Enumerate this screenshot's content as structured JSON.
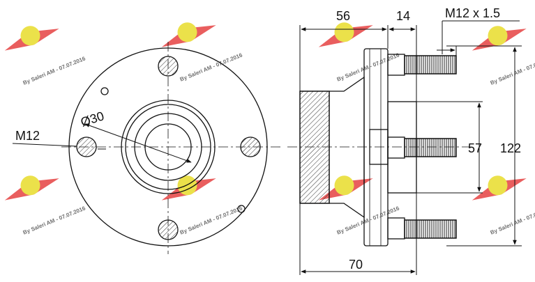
{
  "drawing": {
    "front_view": {
      "stud_thread_label": "M12",
      "bore_label": "Ø30"
    },
    "side_view": {
      "flange_width_label": "56",
      "stud_projection_label": "14",
      "thread_spec_label": "M12 x 1.5",
      "pcd_label": "57",
      "flange_diameter_label": "122",
      "overall_length_label": "70"
    }
  },
  "watermark": {
    "text": "By Saleri AM - 07.07.2016",
    "badge_color": "#e8dc2a",
    "wing_color": "#e02020"
  }
}
